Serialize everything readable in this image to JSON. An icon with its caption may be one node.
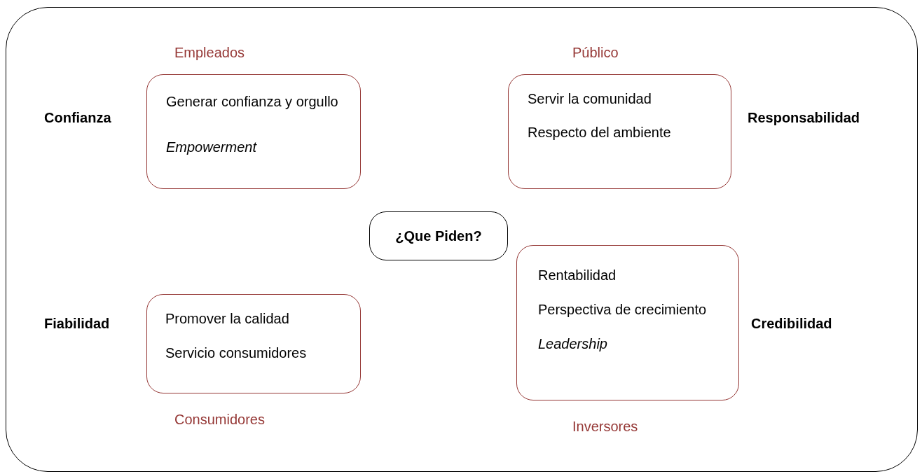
{
  "diagram": {
    "nodes": [
      {
        "text": [],
        "shape": "box"
      },
      {
        "text": [
          "Empleados",
          "Generar confianza y orgullo",
          "Empowerment"
        ],
        "beside": [
          "Confianza"
        ],
        "in": 0
      },
      {
        "text": [
          "Público",
          "Servir la comunidad",
          "Respecto del ambiente"
        ],
        "beside": [
          "Responsabilidad"
        ],
        "in": 0
      },
      {
        "text": [
          "¿Que Piden?"
        ],
        "in": 0
      },
      {
        "text": [
          "Rentabilidad",
          "Perspectiva de crecimiento",
          "Leadership",
          "Inversores"
        ],
        "beside": [
          "Credibilidad"
        ],
        "in": 0
      },
      {
        "text": [
          "Promover la calidad",
          "Servicio consumidores",
          "Consumidores"
        ],
        "beside": [
          "Fiabilidad"
        ],
        "in": 0
      }
    ]
  }
}
